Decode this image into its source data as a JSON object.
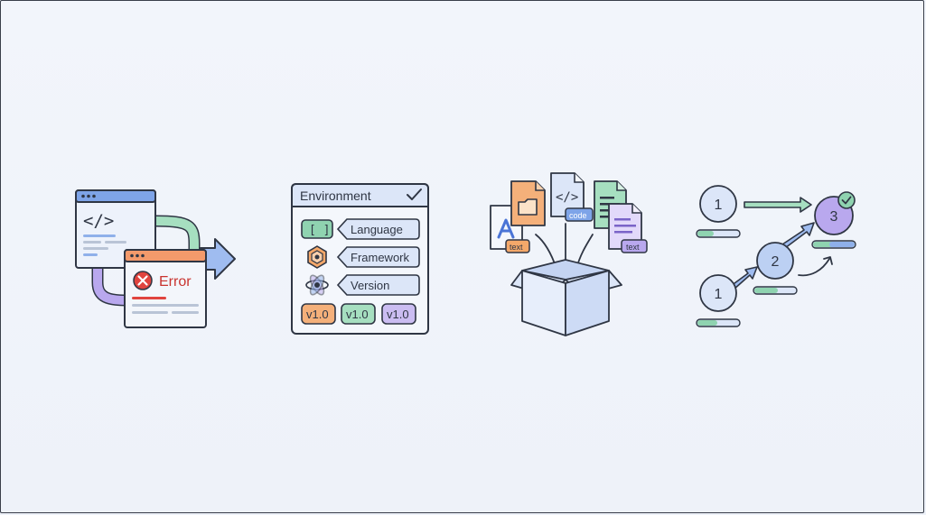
{
  "error_panel": {
    "error_label": "Error",
    "code_glyph": "</>"
  },
  "environment_panel": {
    "title": "Environment",
    "rows": [
      {
        "label": "Language",
        "icon": "brackets-icon"
      },
      {
        "label": "Framework",
        "icon": "hexagon-icon"
      },
      {
        "label": "Version",
        "icon": "atom-icon"
      }
    ],
    "version_chips": [
      "v1.0",
      "v1.0",
      "v1.0"
    ]
  },
  "packaging_panel": {
    "code_glyph": "</>",
    "tags": [
      "code",
      "text",
      "text"
    ]
  },
  "steps_panel": {
    "steps": [
      "1",
      "1",
      "2",
      "3"
    ]
  },
  "colors": {
    "outline": "#2f3644",
    "blue": "#8fb0ea",
    "blue_light": "#dbe6f8",
    "green": "#8fd3b0",
    "purple": "#b7a6ea",
    "red": "#e0443e",
    "orange": "#f4a86a"
  }
}
